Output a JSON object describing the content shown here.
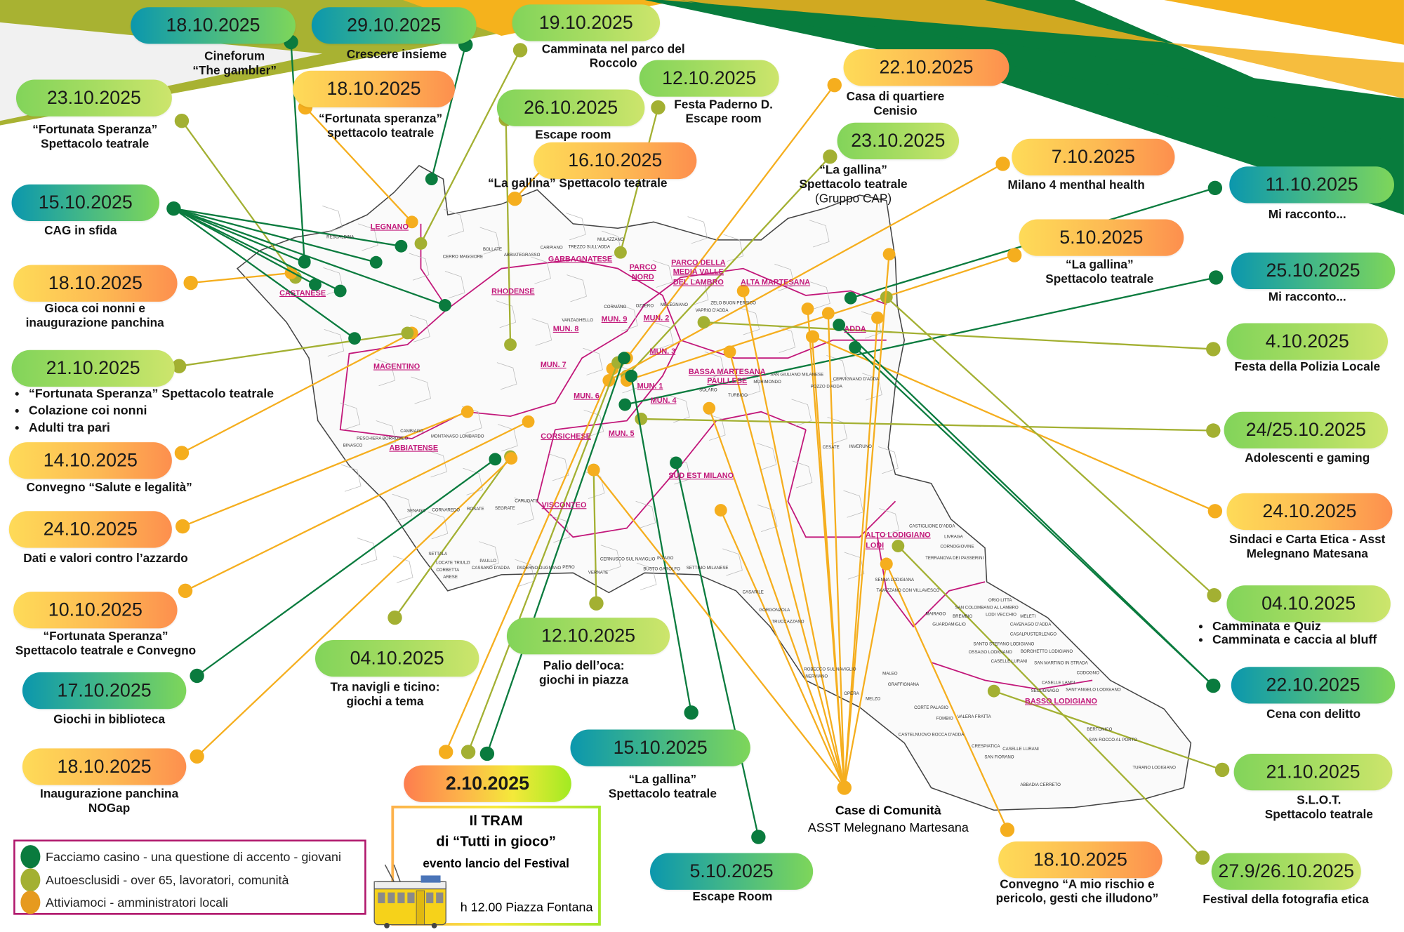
{
  "colors": {
    "giovani": "#0a7b3e",
    "autoesclusi": "#a3b032",
    "amministratori": "#f5ae1e",
    "district": "#c2187a"
  },
  "events": [
    {
      "date": "18.10.2025",
      "category": "giovani",
      "lines": [
        "Cineforum",
        "“The gambler”"
      ]
    },
    {
      "date": "29.10.2025",
      "category": "giovani",
      "lines": [
        "Crescere insieme"
      ]
    },
    {
      "date": "19.10.2025",
      "category": "autoesclusi",
      "lines": [
        "Camminata nel parco del",
        "Roccolo"
      ]
    },
    {
      "date": "12.10.2025",
      "category": "autoesclusi",
      "lines": [
        "Festa Paderno D.",
        "Escape room"
      ]
    },
    {
      "date": "22.10.2025",
      "category": "amministratori",
      "lines": [
        "Casa di quartiere",
        "Cenisio"
      ]
    },
    {
      "date": "23.10.2025",
      "category": "autoesclusi",
      "lines": [
        "“Fortunata Speranza”",
        "Spettacolo teatrale"
      ]
    },
    {
      "date": "18.10.2025",
      "category": "amministratori",
      "lines": [
        "“Fortunata speranza”",
        "spettacolo teatrale"
      ]
    },
    {
      "date": "26.10.2025",
      "category": "autoesclusi",
      "lines": [
        "Escape room"
      ]
    },
    {
      "date": "16.10.2025",
      "category": "amministratori",
      "lines": [
        "“La gallina” Spettacolo teatrale"
      ]
    },
    {
      "date": "23.10.2025",
      "category": "autoesclusi",
      "lines": [
        "“La gallina”",
        "Spettacolo teatrale"
      ],
      "note": "(Gruppo CAP)"
    },
    {
      "date": "7.10.2025",
      "category": "amministratori",
      "lines": [
        "Milano 4 menthal health"
      ]
    },
    {
      "date": "11.10.2025",
      "category": "giovani",
      "lines": [
        "Mi racconto..."
      ]
    },
    {
      "date": "5.10.2025",
      "category": "amministratori",
      "lines": [
        "“La gallina”",
        "Spettacolo teatrale"
      ]
    },
    {
      "date": "25.10.2025",
      "category": "giovani",
      "lines": [
        "Mi racconto..."
      ]
    },
    {
      "date": "4.10.2025",
      "category": "autoesclusi",
      "lines": [
        "Festa della Polizia Locale"
      ]
    },
    {
      "date": "24/25.10.2025",
      "category": "autoesclusi",
      "lines": [
        "Adolescenti e gaming"
      ]
    },
    {
      "date": "24.10.2025",
      "category": "amministratori",
      "lines": [
        "Sindaci e Carta Etica - Asst",
        "Melegnano Matesana"
      ]
    },
    {
      "date": "04.10.2025",
      "category": "autoesclusi",
      "bullets": [
        "Camminata e Quiz",
        "Camminata e caccia al bluff"
      ]
    },
    {
      "date": "22.10.2025",
      "category": "giovani",
      "lines": [
        "Cena con delitto"
      ]
    },
    {
      "date": "21.10.2025",
      "category": "autoesclusi",
      "lines": [
        "S.L.O.T.",
        "Spettacolo teatrale"
      ]
    },
    {
      "date": "27.9/26.10.2025",
      "category": "autoesclusi",
      "lines": [
        "Festival della fotografia etica"
      ]
    },
    {
      "date": "18.10.2025",
      "category": "amministratori",
      "lines": [
        "Convegno “A mio rischio e",
        "pericolo, gesti che illudono”"
      ]
    },
    {
      "date": "5.10.2025",
      "category": "giovani",
      "lines": [
        "Escape Room"
      ]
    },
    {
      "date": "15.10.2025",
      "category": "giovani",
      "lines": [
        "“La gallina”",
        "Spettacolo teatrale"
      ]
    },
    {
      "date": "12.10.2025",
      "category": "autoesclusi",
      "lines": [
        "Palio dell’oca:",
        "giochi in piazza"
      ]
    },
    {
      "date": "04.10.2025",
      "category": "autoesclusi",
      "lines": [
        "Tra navigli e ticino:",
        "giochi a tema"
      ]
    },
    {
      "date": "17.10.2025",
      "category": "giovani",
      "lines": [
        "Giochi in biblioteca"
      ]
    },
    {
      "date": "18.10.2025",
      "category": "amministratori",
      "lines": [
        "Inaugurazione panchina",
        "NOGap"
      ]
    },
    {
      "date": "10.10.2025",
      "category": "amministratori",
      "lines": [
        "“Fortunata Speranza”",
        "Spettacolo teatrale e Convegno"
      ]
    },
    {
      "date": "24.10.2025",
      "category": "amministratori",
      "lines": [
        "Dati e valori contro l’azzardo"
      ]
    },
    {
      "date": "14.10.2025",
      "category": "amministratori",
      "lines": [
        "Convegno “Salute e legalità”"
      ]
    },
    {
      "date": "21.10.2025",
      "category": "autoesclusi",
      "bullets": [
        "“Fortunata Speranza” Spettacolo teatrale",
        "Colazione coi nonni",
        "Adulti tra pari"
      ]
    },
    {
      "date": "18.10.2025",
      "category": "amministratori",
      "lines": [
        "Gioca coi nonni e",
        "inaugurazione panchina"
      ]
    },
    {
      "date": "15.10.2025",
      "category": "giovani",
      "lines": [
        "CAG in sfida"
      ]
    }
  ],
  "launch": {
    "date": "2.10.2025",
    "title": "Il TRAM",
    "subtitle": "di “Tutti in gioco”",
    "caption": "evento lancio del Festival",
    "when_where": "h 12.00 Piazza Fontana"
  },
  "case_comunita": {
    "title": "Case di Comunità",
    "subtitle": "ASST Melegnano Martesana"
  },
  "legend": [
    {
      "label": "Facciamo casino - una questione di accento - giovani",
      "category": "giovani"
    },
    {
      "label": "Autoesclusidi - over 65, lavoratori, comunità",
      "category": "autoesclusi"
    },
    {
      "label": "Attiviamoci - amministratori locali",
      "category": "amministratori"
    }
  ],
  "map": {
    "districts": [
      "LEGNANO",
      "CASTANESE",
      "MAGENTINO",
      "ABBIATENSE",
      "RHODENSE",
      "GARBAGNATESE",
      "PARCO",
      "NORD",
      "PARCO DELLA",
      "MEDIA VALLE",
      "DEL LAMBRO",
      "ALTA MARTESANA",
      "ADDA",
      "BASSA MARTESANA",
      "PAULLESE",
      "SUD EST MILANO",
      "VISCONTEO",
      "CORSICHESE",
      "MUN. 1",
      "MUN. 2",
      "MUN. 3",
      "MUN. 4",
      "MUN. 5",
      "MUN. 6",
      "MUN. 7",
      "MUN. 8",
      "MUN. 9",
      "ALTO LODIGIANO",
      "LODI",
      "BASSO LODIGIANO"
    ],
    "towns": [
      "RESCALDINA",
      "CERRO MAGGIORE",
      "VANZAGHELLO",
      "SOLARO",
      "CESATE",
      "SENAGO",
      "PADERNO DUGNANO",
      "BUSTO GAROLFO",
      "NERVIANO",
      "ARESE",
      "BOLLATE",
      "CORMANO",
      "TURBIGO",
      "INVERUNO",
      "CORNAREDO",
      "PERO",
      "SETTIMO MILANESE",
      "ROBECCO SUL NAVIGLIO",
      "CORBETTA",
      "ABBIATEGRASSO",
      "OZZERO",
      "MORIMONDO",
      "BINASCO",
      "ROSATE",
      "VERNATE",
      "CASARILE",
      "OPERA",
      "LOCATE TRIULZI",
      "CARPIANO",
      "MELEGNANO",
      "SAN GIULIANO MILANESE",
      "PESCHIERA BORROMEO",
      "SEGRATE",
      "CERNUSCO SUL NAVIGLIO",
      "GORGONZOLA",
      "MELZO",
      "CASSANO D'ADDA",
      "TREZZO SULL'ADDA",
      "VAPRIO D'ADDA",
      "POZZO D'ADDA",
      "CAMBIAGO",
      "CARUGATE",
      "INZAGO",
      "TRUCCAZZANO",
      "SETTALA",
      "PAULLO",
      "MULAZZANO",
      "ZELO BUON PERSICO",
      "CERVIGNANO D'ADDA",
      "MONTANASO LOMBARDO",
      "CORTE PALASIO",
      "CRESPIATICA",
      "ABBADIA CERRETO",
      "CAVENAGO D'ADDA",
      "SAN MARTINO IN STRADA",
      "MAIRAGO",
      "OSSAGO LODIGIANO",
      "SECUGNAGO",
      "BERTONICO",
      "TURANO LODIGIANO",
      "CASTIGLIONE D'ADDA",
      "TERRANOVA DEI PASSERINI",
      "CASALPUSTERLENGO",
      "CODOGNO",
      "MALEO",
      "FOMBIO",
      "SAN FIORANO",
      "CORNOGIOVINE",
      "MELETI",
      "SENNA LODIGIANA",
      "GUARDAMIGLIO",
      "SANTO STEFANO LODIGIANO",
      "CASELLE LANDI",
      "SAN ROCCO AL PORTO",
      "CASTELNUOVO BOCCA D'ADDA",
      "LIVRAGA",
      "ORIO LITTA",
      "BORGHETTO LODIGIANO",
      "SANT'ANGELO LODIGIANO",
      "GRAFFIGNANA",
      "VALERA FRATTA",
      "CASELLE LURANI",
      "SAN COLOMBANO AL LAMBRO",
      "LODI VECCHIO",
      "TAVAZZANO CON VILLAVESCO",
      "BREMBIO",
      "CASELLE LURANI"
    ]
  }
}
